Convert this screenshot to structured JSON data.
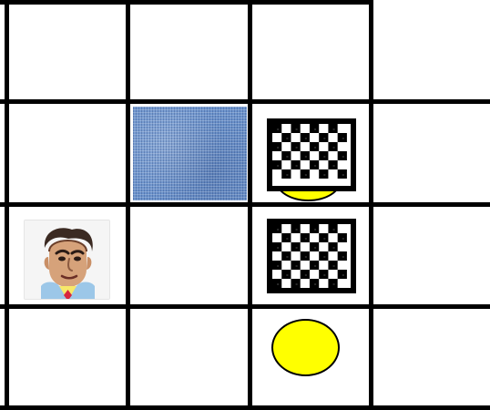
{
  "game": {
    "grid": {
      "rows": 4,
      "cols": 4,
      "right_column_clipped": true
    },
    "tiles": [
      {
        "type": "water",
        "row": 1,
        "col": 1,
        "icon": "water-tile-icon"
      },
      {
        "type": "coin",
        "row": 1,
        "col": 2,
        "icon": "coin-icon",
        "partially_hidden": true
      },
      {
        "type": "gate",
        "row": 1,
        "col": 2,
        "icon": "checkered-gate-icon"
      },
      {
        "type": "player",
        "row": 2,
        "col": 0,
        "icon": "player-portrait-icon"
      },
      {
        "type": "gate",
        "row": 2,
        "col": 2,
        "icon": "checkered-gate-icon"
      },
      {
        "type": "coin",
        "row": 3,
        "col": 2,
        "icon": "coin-icon"
      }
    ],
    "colors": {
      "grid_line": "#000000",
      "background": "#ffffff",
      "coin": "#ffff00",
      "water": "#6c93cc",
      "gate_frame": "#000000",
      "gate_checker": "#ffffff"
    }
  }
}
